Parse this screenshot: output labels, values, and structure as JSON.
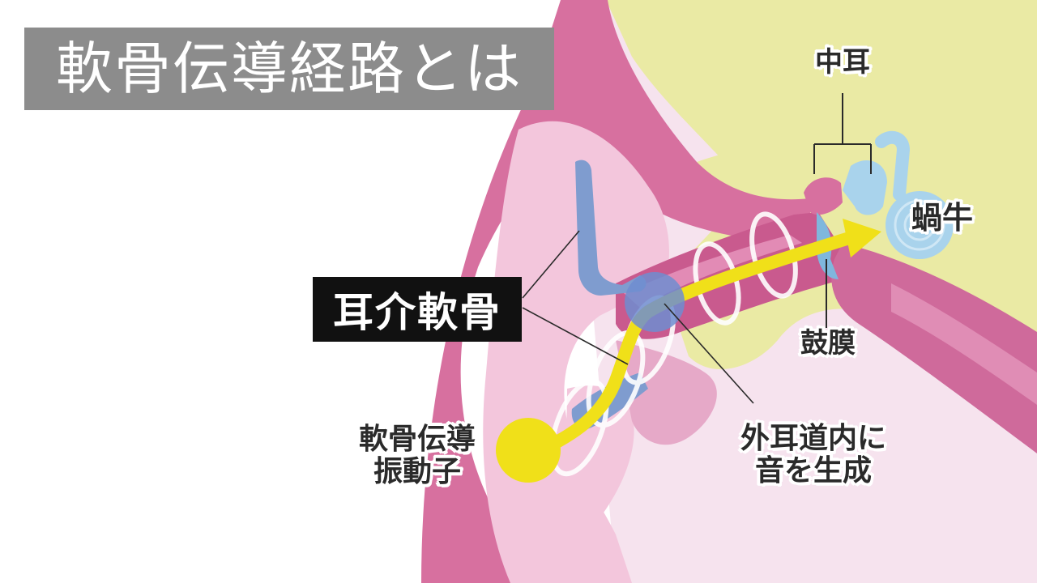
{
  "title": "軟骨伝導経路とは",
  "labels": {
    "middle_ear": "中耳",
    "cochlea": "蝸牛",
    "eardrum": "鼓膜",
    "auricular_cartilage": "耳介軟骨",
    "external_canal": [
      "外耳道内に",
      "音を生成"
    ],
    "vibrator": [
      "軟骨伝導",
      "振動子"
    ]
  },
  "colors": {
    "title_bg": "#8c8c8c",
    "skin_pink": "#d7709f",
    "light_pink": "#f3c6dc",
    "pale_pink": "#f6e3ee",
    "bone_yellow": "#eaeaa4",
    "cartilage_blue": "#7f9ccf",
    "ossicle_blue": "#a9d3ec",
    "vibrator_yellow": "#f0e019",
    "label_bg": "#111111"
  }
}
